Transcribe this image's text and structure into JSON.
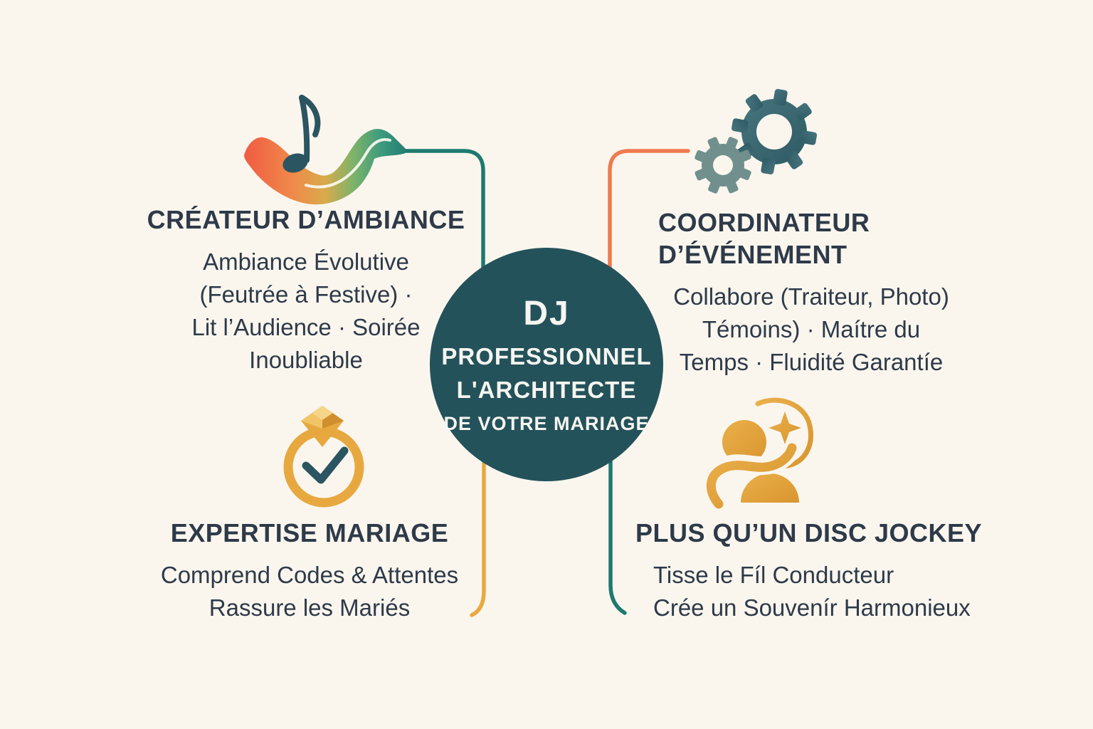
{
  "center": {
    "lines": [
      "DJ",
      "PROFESSIONNEL",
      "L'ARCHITECTE",
      "DE VOTRE MARIAGE"
    ]
  },
  "quadrants": [
    {
      "id": "createur-ambiance",
      "icon": "music-note-wave-icon",
      "title_lines": [
        "CRÉATEUR D’AMBIANCE"
      ],
      "body_lines": [
        "Ambiance Évolutive",
        "(Feutrée à Festive) ·",
        "Lit l’Audience · Soirée",
        "Inoubliable"
      ]
    },
    {
      "id": "coordinateur-evenement",
      "icon": "gears-icon",
      "title_lines": [
        "COORDINATEUR",
        "D’ÉVÉNEMENT"
      ],
      "body_lines": [
        "Collabore (Traiteur, Photo)",
        "Témoins) · Maítre du",
        "Temps · Fluidité Garantíe"
      ]
    },
    {
      "id": "expertise-mariage",
      "icon": "wedding-ring-icon",
      "title_lines": [
        "EXPERTISE MARIAGE"
      ],
      "body_lines": [
        "Comprend Codes & Attentes",
        "Rassure les Mariés"
      ]
    },
    {
      "id": "plus-quun-disc-jockey",
      "icon": "person-sparkle-icon",
      "title_lines": [
        "PLUS QU’UN DISC JOCKEY"
      ],
      "body_lines": [
        "Tisse le Fíl Conducteur",
        "Crée un Souvenír Harmonieux"
      ]
    }
  ],
  "colors": {
    "background": "#faf6ee",
    "center_circle": "#24525b",
    "text": "#2e3a49",
    "teal_line": "#1d7a6e",
    "orange_line": "#ef7a4e",
    "yellow_line": "#e9a83d",
    "gold": "#e7a93f",
    "dark_note": "#2b5560",
    "gear_dark": "#3a6a73",
    "gear_light": "#71908d"
  }
}
